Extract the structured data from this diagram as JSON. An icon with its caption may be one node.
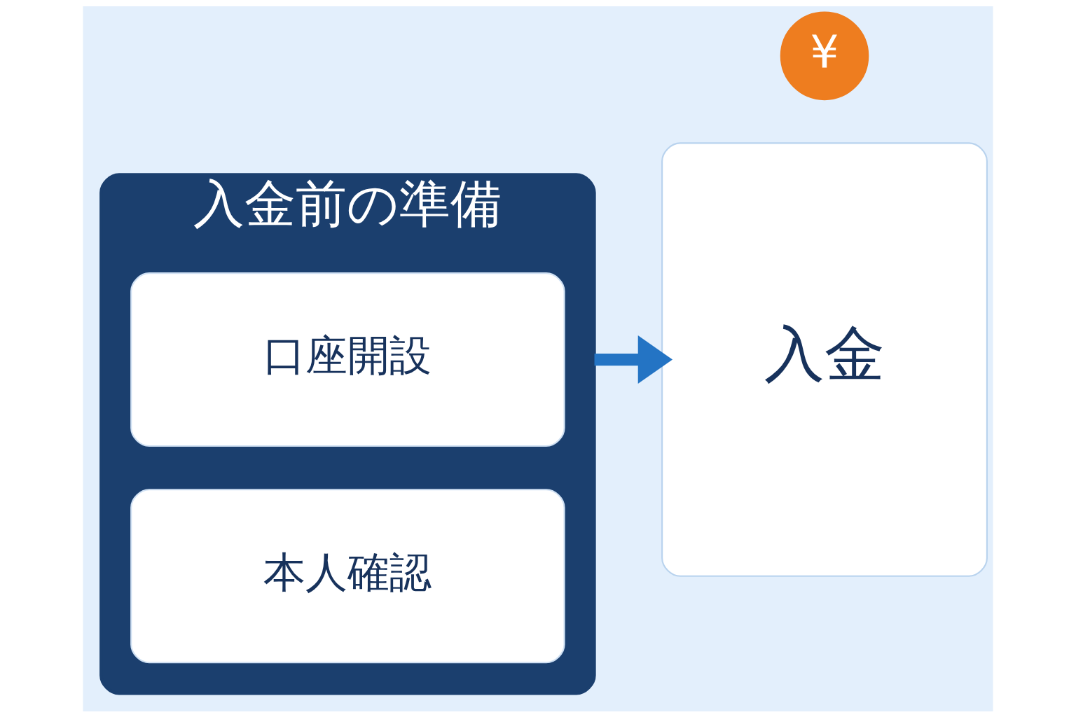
{
  "diagram": {
    "nodes": [
      {
        "text": [
          "入金前の準備"
        ]
      },
      {
        "text": [
          "口座開設"
        ],
        "in": 0
      },
      {
        "text": [
          "本人確認"
        ],
        "in": 0
      },
      {
        "text": [
          "入金"
        ]
      }
    ],
    "edges": [
      {
        "from": 0,
        "to": 3,
        "arrow": "to"
      }
    ],
    "labels": [
      "¥"
    ]
  }
}
